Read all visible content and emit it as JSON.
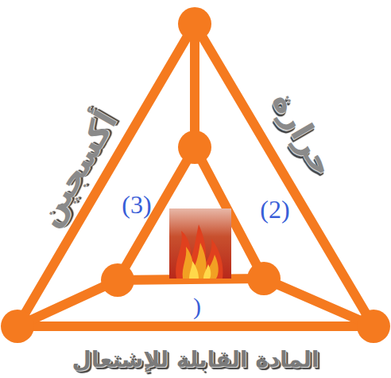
{
  "diagram": {
    "labels": [
      "أكسجين",
      "حرارة",
      "المادة القابلة للإشتعال",
      "(3)",
      "(2)",
      ")"
    ]
  }
}
